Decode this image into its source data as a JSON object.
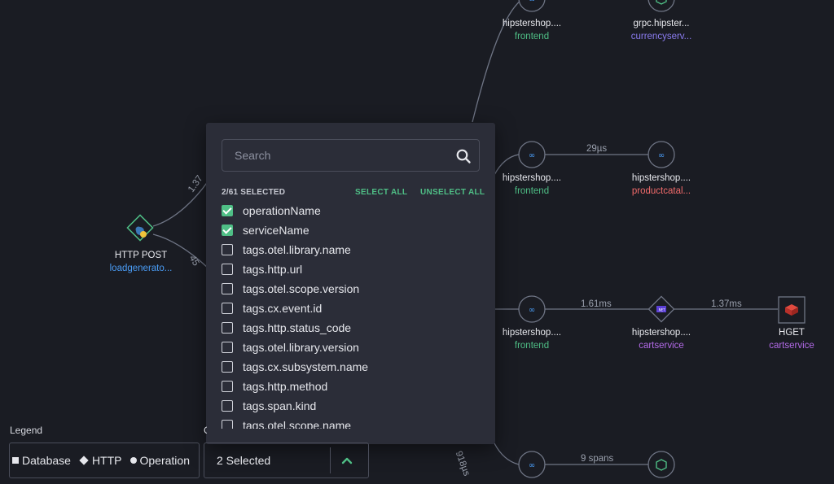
{
  "graph": {
    "nodes": {
      "http_post": {
        "name": "HTTP POST",
        "service": "loadgenerato..."
      },
      "fe1": {
        "name": "hipstershop....",
        "service": "frontend"
      },
      "grpc": {
        "name": "grpc.hipster...",
        "service": "currencyserv..."
      },
      "fe2": {
        "name": "hipstershop....",
        "service": "frontend"
      },
      "pc": {
        "name": "hipstershop....",
        "service": "productcatal..."
      },
      "fe3": {
        "name": "hipstershop....",
        "service": "frontend"
      },
      "cart": {
        "name": "hipstershop....",
        "service": "cartservice"
      },
      "hget": {
        "name": "HGET",
        "service": "cartservice"
      }
    },
    "edges": {
      "e1": "1.37",
      "e2": "45",
      "e3": "29µs",
      "e4": "1.61ms",
      "e5": "1.37ms",
      "e6": "9 spans",
      "e7": "918µs"
    },
    "service_colors": {
      "frontend": "#4fbf86",
      "currencyservice": "#8b7cf0",
      "productcatalog": "#f06a6a",
      "cartservice": "#b36ae8",
      "loadgenerator": "#4a9cf5"
    }
  },
  "dropdown": {
    "search_placeholder": "Search",
    "selected_count": "2/61 SELECTED",
    "select_all": "SELECT ALL",
    "unselect_all": "UNSELECT ALL",
    "options": [
      {
        "label": "operationName",
        "checked": true
      },
      {
        "label": "serviceName",
        "checked": true
      },
      {
        "label": "tags.otel.library.name",
        "checked": false
      },
      {
        "label": "tags.http.url",
        "checked": false
      },
      {
        "label": "tags.otel.scope.version",
        "checked": false
      },
      {
        "label": "tags.cx.event.id",
        "checked": false
      },
      {
        "label": "tags.http.status_code",
        "checked": false
      },
      {
        "label": "tags.otel.library.version",
        "checked": false
      },
      {
        "label": "tags.cx.subsystem.name",
        "checked": false
      },
      {
        "label": "tags.http.method",
        "checked": false
      },
      {
        "label": "tags.span.kind",
        "checked": false
      },
      {
        "label": "tags.otel.scope.name",
        "checked": false
      }
    ]
  },
  "legend": {
    "title": "Legend",
    "items": {
      "database": "Database",
      "http": "HTTP",
      "operation": "Operation"
    }
  },
  "group_by": {
    "label_fragment": "G",
    "value": "2 Selected"
  },
  "accent": "#4fbf86"
}
